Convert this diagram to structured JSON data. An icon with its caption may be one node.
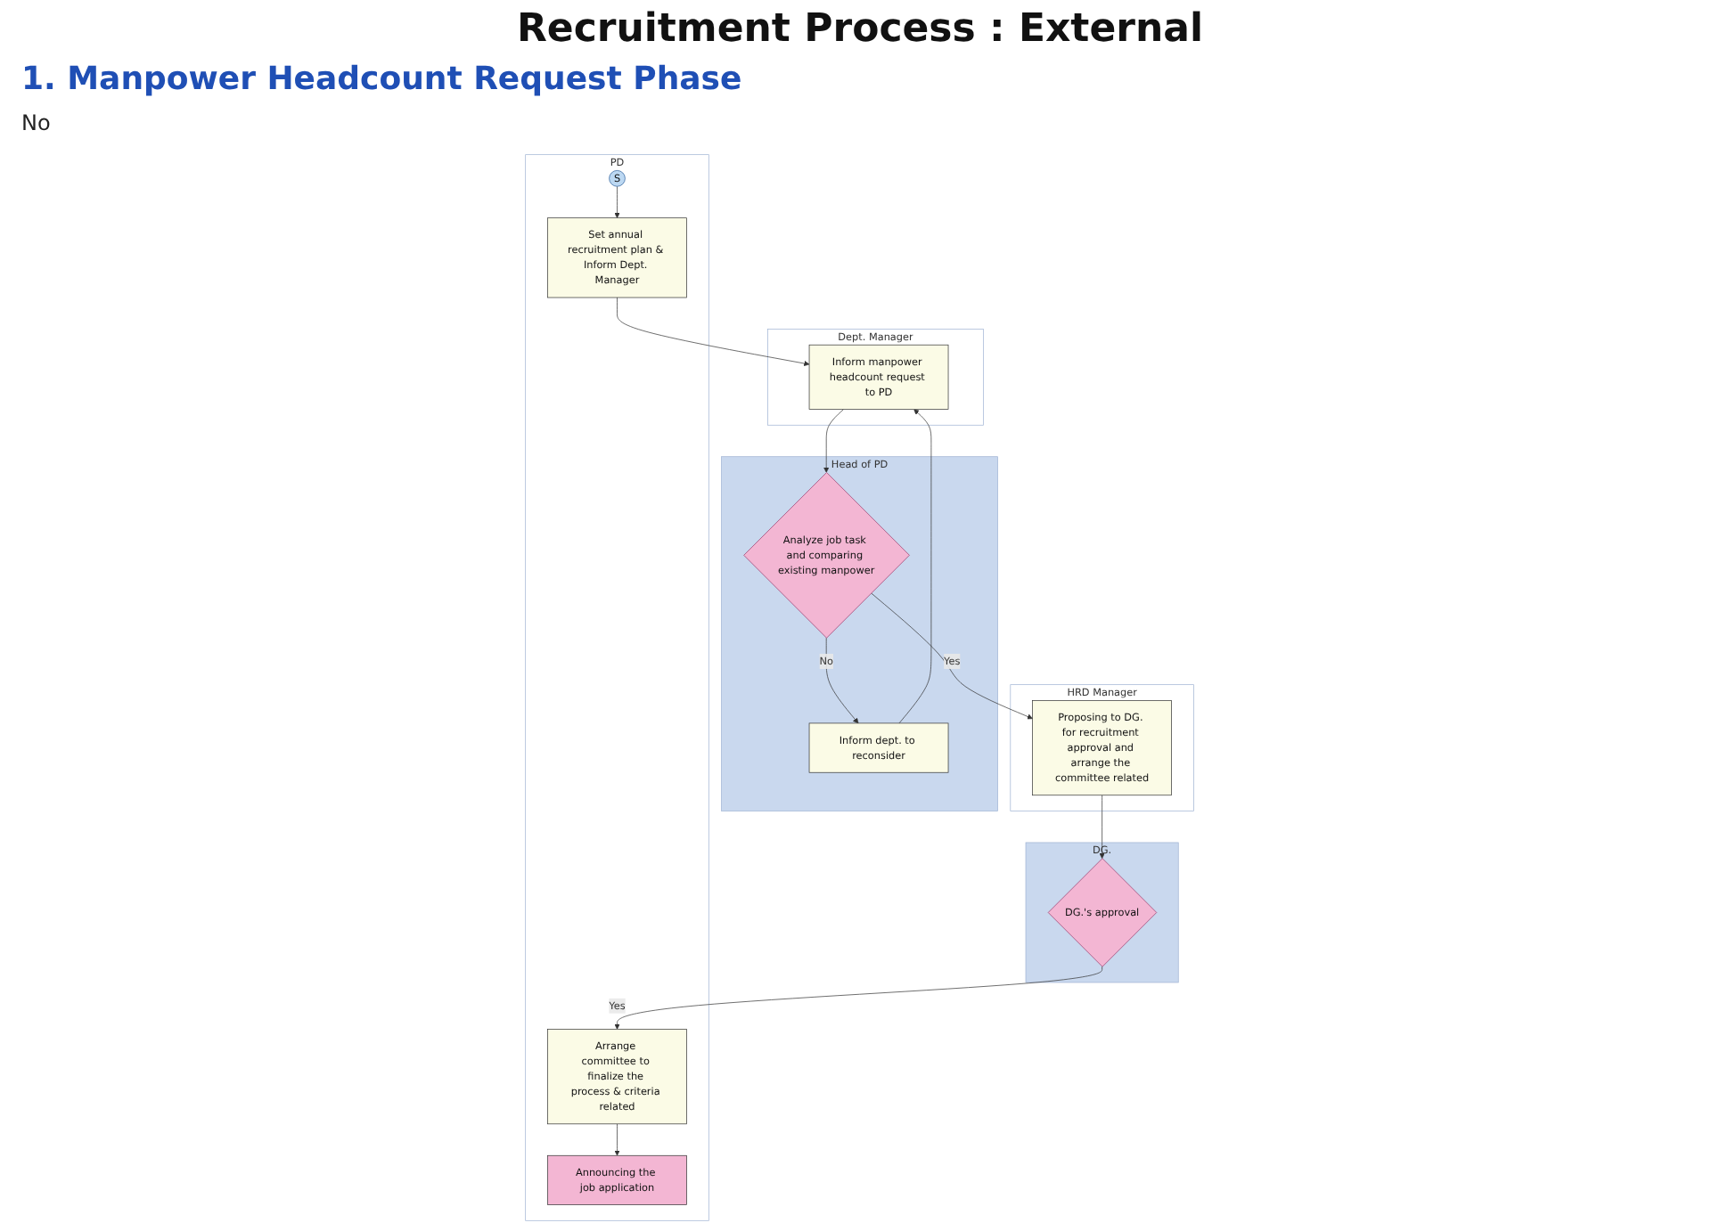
{
  "diagram": {
    "title": "Recruitment Process : External",
    "nodes": [
      {
        "text": [
          "Dept. Manager"
        ]
      },
      {
        "text": [
          "Inform manpower headcount request to PD"
        ],
        "in": 0
      },
      {
        "text": [
          "Head of PD"
        ]
      },
      {
        "text": [
          "Analyze job task and comparing existing manpower"
        ],
        "in": 2
      },
      {
        "text": [
          "Inform dept. to reconsider"
        ],
        "in": 2
      },
      {
        "text": [
          "HRD Manager"
        ]
      },
      {
        "text": [
          "Proposing to DG. for recruitment approval and arrange the committee related"
        ],
        "in": 5
      },
      {
        "text": [
          "DG."
        ]
      },
      {
        "text": [
          "DG.'s approval"
        ],
        "in": 7
      },
      {
        "text": [
          "PD"
        ]
      },
      {
        "text": [
          "S"
        ],
        "in": 9
      },
      {
        "text": [
          "Set annual recruitment plan & Inform Dept. Manager"
        ],
        "in": 9
      },
      {
        "text": [
          "Arrange committee to finalize the process & criteria related"
        ],
        "in": 9
      },
      {
        "text": [
          "Announcing the job application"
        ],
        "in": 9
      }
    ],
    "edges": [
      {
        "from": 10,
        "to": 11,
        "arrow": "to"
      },
      {
        "from": 11,
        "to": 1,
        "arrow": "to"
      },
      {
        "from": 1,
        "to": 3,
        "arrow": "to"
      },
      {
        "from": 3,
        "to": 4,
        "arrow": "to",
        "label": "No"
      },
      {
        "from": 4,
        "to": 1,
        "arrow": "to"
      },
      {
        "from": 3,
        "to": 6,
        "arrow": "to",
        "label": "Yes"
      },
      {
        "from": 6,
        "to": 8,
        "arrow": "to"
      },
      {
        "from": 8,
        "to": 12,
        "arrow": "to",
        "label": "Yes"
      },
      {
        "from": 12,
        "to": 13,
        "arrow": "to"
      }
    ],
    "labels": [
      "1. Manpower Headcount Request Phase",
      "No"
    ]
  }
}
